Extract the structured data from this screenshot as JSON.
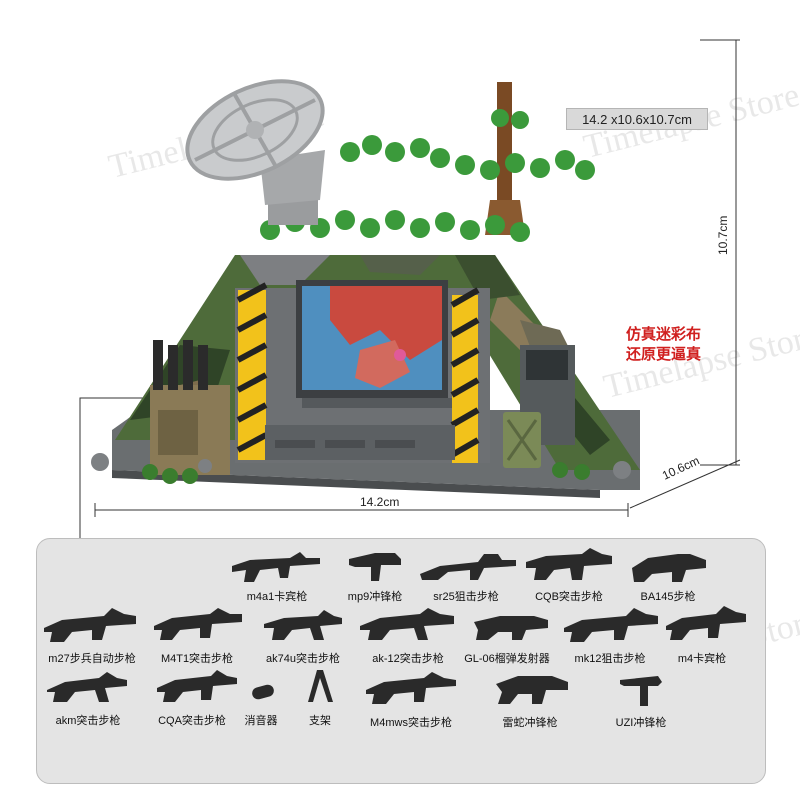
{
  "dimensions": {
    "badge": "14.2 x10.6x10.7cm",
    "width": "14.2cm",
    "depth": "10.6cm",
    "height": "10.7cm"
  },
  "callout": {
    "line1": "仿真迷彩布",
    "line2": "还原更逼真"
  },
  "watermark": "Timelapse Store",
  "colors": {
    "callout": "#d0201f",
    "camo_green": "#4e6b3a",
    "panel_bg": "#e4e4e4",
    "hazard_yellow": "#f2c21b"
  },
  "weapons": [
    {
      "label": "m4a1卡宾枪"
    },
    {
      "label": "mp9冲锋枪"
    },
    {
      "label": "sr25狙击步枪"
    },
    {
      "label": "CQB突击步枪"
    },
    {
      "label": "BA145步枪"
    },
    {
      "label": "m27步兵自动步枪"
    },
    {
      "label": "M4T1突击步枪"
    },
    {
      "label": "ak74u突击步枪"
    },
    {
      "label": "ak-12突击步枪"
    },
    {
      "label": "GL-06榴弹发射器"
    },
    {
      "label": "mk12狙击步枪"
    },
    {
      "label": "m4卡宾枪"
    },
    {
      "label": "akm突击步枪"
    },
    {
      "label": "CQA突击步枪"
    },
    {
      "label": "消音器"
    },
    {
      "label": "支架"
    },
    {
      "label": "M4mws突击步枪"
    },
    {
      "label": "雷蛇冲锋枪"
    },
    {
      "label": "UZI冲锋枪"
    }
  ]
}
